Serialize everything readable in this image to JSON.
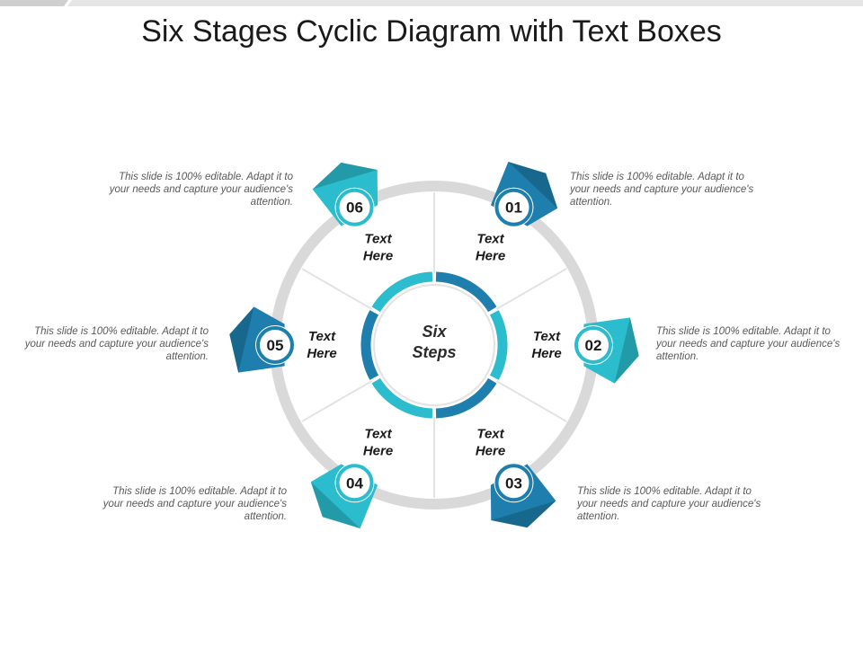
{
  "title": "Six Stages Cyclic Diagram with Text Boxes",
  "center": {
    "line1": "Six",
    "line2": "Steps"
  },
  "colors": {
    "dark_blue": "#1e7fae",
    "teal": "#2bbccd",
    "ring_gray": "#d9d9d9",
    "divider": "#e3e3e3"
  },
  "stages": [
    {
      "number": "01",
      "segment": {
        "line1": "Text",
        "line2": "Here"
      },
      "description": "This slide is 100% editable. Adapt it to your needs and capture your audience's attention.",
      "color": "dark_blue"
    },
    {
      "number": "02",
      "segment": {
        "line1": "Text",
        "line2": "Here"
      },
      "description": "This slide is 100% editable. Adapt it to your needs and capture your audience's attention.",
      "color": "teal"
    },
    {
      "number": "03",
      "segment": {
        "line1": "Text",
        "line2": "Here"
      },
      "description": "This slide is 100% editable. Adapt it to your needs and capture your audience's attention.",
      "color": "dark_blue"
    },
    {
      "number": "04",
      "segment": {
        "line1": "Text",
        "line2": "Here"
      },
      "description": "This slide is 100% editable. Adapt it to your needs and capture your audience's attention.",
      "color": "teal"
    },
    {
      "number": "05",
      "segment": {
        "line1": "Text",
        "line2": "Here"
      },
      "description": "This slide is 100% editable. Adapt it to your needs and capture your audience's attention.",
      "color": "dark_blue"
    },
    {
      "number": "06",
      "segment": {
        "line1": "Text",
        "line2": "Here"
      },
      "description": "This slide is 100% editable. Adapt it to your needs and capture your audience's attention.",
      "color": "teal"
    }
  ]
}
